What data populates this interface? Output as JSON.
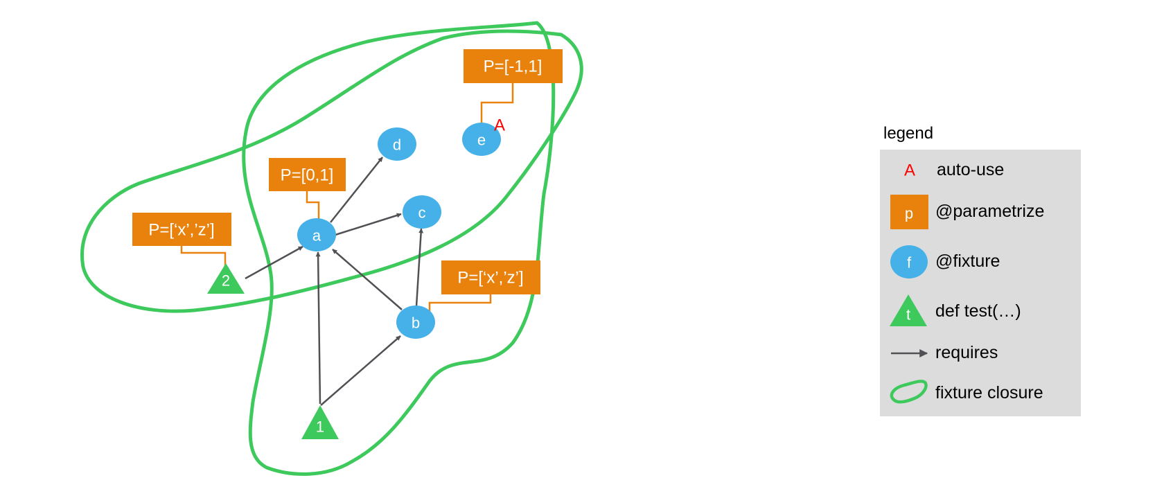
{
  "colors": {
    "fixture": "#45b1e8",
    "parametrize": "#e8820c",
    "test": "#3ec95c",
    "closure": "#3ec95c",
    "edge": "#505055",
    "autouse": "#ff0000",
    "legend_bg": "#dcdcdd"
  },
  "nodes": {
    "a": "a",
    "b": "b",
    "c": "c",
    "d": "d",
    "e": "e",
    "t1": "1",
    "t2": "2"
  },
  "params": {
    "a": "P=[0,1]",
    "b": "P=[‘x’,’z’]",
    "e": "P=[-1,1]",
    "t2": "P=[‘x’,’z’]"
  },
  "autouse_mark": "A",
  "edges": [
    {
      "from": "1",
      "to": "a",
      "label": "requires"
    },
    {
      "from": "1",
      "to": "b",
      "label": "requires"
    },
    {
      "from": "2",
      "to": "a",
      "label": "requires"
    },
    {
      "from": "b",
      "to": "a",
      "label": "requires"
    },
    {
      "from": "b",
      "to": "c",
      "label": "requires"
    },
    {
      "from": "a",
      "to": "c",
      "label": "requires"
    },
    {
      "from": "a",
      "to": "d",
      "label": "requires"
    }
  ],
  "legend": {
    "title": "legend",
    "items": {
      "autouse": {
        "symbol": "A",
        "label": "auto-use",
        "icon": "autouse-icon"
      },
      "parametrize": {
        "symbol": "p",
        "label": "@parametrize",
        "icon": "parametrize-icon"
      },
      "fixture": {
        "symbol": "f",
        "label": "@fixture",
        "icon": "fixture-icon"
      },
      "test": {
        "symbol": "t",
        "label": "def test(…)",
        "icon": "test-icon"
      },
      "requires": {
        "label": "requires",
        "icon": "arrow-icon"
      },
      "closure": {
        "label": "fixture closure",
        "icon": "closure-icon"
      }
    }
  }
}
